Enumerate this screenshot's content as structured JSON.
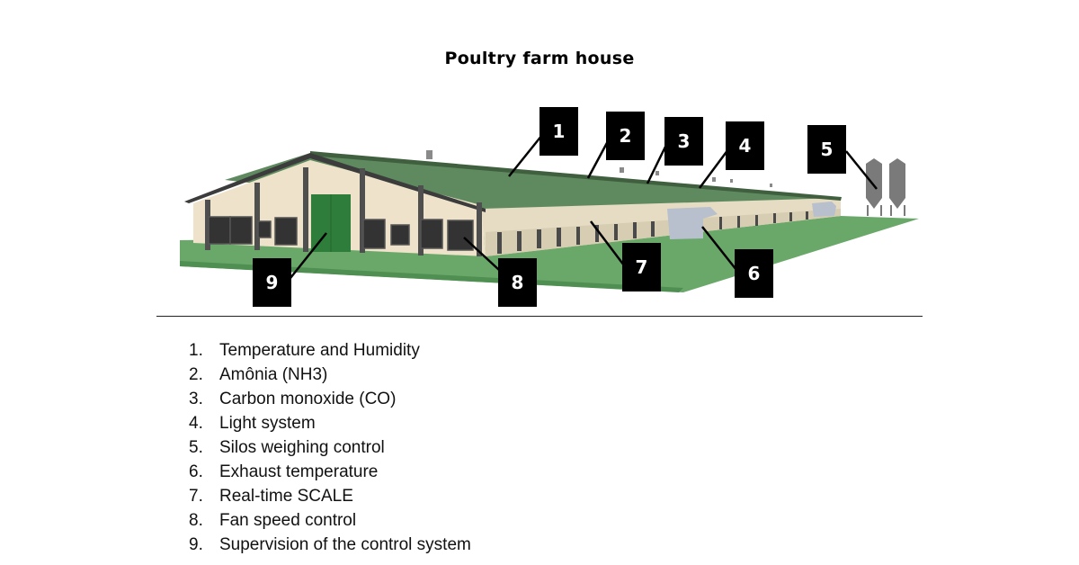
{
  "title": "Poultry farm house",
  "colors": {
    "roof": "#5f8a5f",
    "wall": "#e6dcc3",
    "ground": "#6aa86a",
    "door": "#2e7d3a",
    "frame": "#4a4a4a",
    "badge": "#000000",
    "badge_text": "#ffffff"
  },
  "labels": [
    {
      "n": "1",
      "target": "roof"
    },
    {
      "n": "2",
      "target": "roof"
    },
    {
      "n": "3",
      "target": "roof"
    },
    {
      "n": "4",
      "target": "roof"
    },
    {
      "n": "5",
      "target": "silos"
    },
    {
      "n": "6",
      "target": "exhaust-unit"
    },
    {
      "n": "7",
      "target": "side-wall"
    },
    {
      "n": "8",
      "target": "fan"
    },
    {
      "n": "9",
      "target": "door"
    }
  ],
  "legend": [
    {
      "num": "1.",
      "text": "Temperature and Humidity"
    },
    {
      "num": "2.",
      "text": "Amônia (NH3)"
    },
    {
      "num": "3.",
      "text": "Carbon monoxide (CO)"
    },
    {
      "num": "4.",
      "text": "Light system"
    },
    {
      "num": "5.",
      "text": "Silos weighing control"
    },
    {
      "num": "6.",
      "text": "Exhaust temperature"
    },
    {
      "num": "7.",
      "text": "Real-time SCALE"
    },
    {
      "num": "8.",
      "text": "Fan speed control"
    },
    {
      "num": "9.",
      "text": "Supervision of the control system"
    }
  ]
}
